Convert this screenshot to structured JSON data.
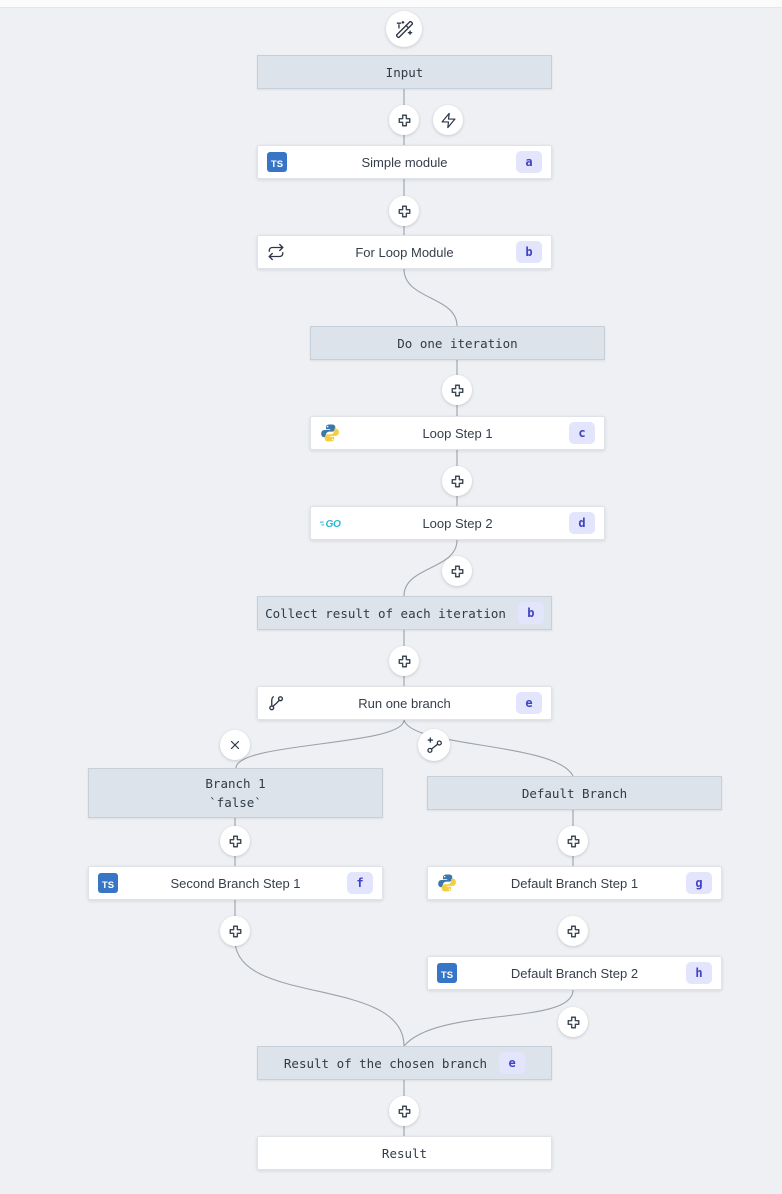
{
  "icons": {
    "ts_label": "TS",
    "go_label": "GO",
    "top_action": "wand-sparkles",
    "insert_step": "plus",
    "trigger": "zap",
    "delete_branch": "x",
    "add_branch": "git-branch-plus",
    "for_loop": "repeat-arrows",
    "branch_one": "split-branch",
    "python": "python-logo",
    "typescript": "typescript-logo",
    "go": "go-logo"
  },
  "colors": {
    "canvas_bg": "#eef0f3",
    "header_node_bg": "#dce3ea",
    "header_node_border": "#c7d0d9",
    "module_node_bg": "#ffffff",
    "edge": "#9aa2ab",
    "badge_bg": "#e2e5fb",
    "badge_text": "#4141c4",
    "typescript_blue": "#3178c6",
    "python_blue": "#3b77ab",
    "python_yellow": "#f5ce3e",
    "go_cyan": "#2cb7d8",
    "icon_dark": "#2d3748"
  },
  "nodes": {
    "input": {
      "label": "Input"
    },
    "simple_module": {
      "label": "Simple module",
      "badge": "a"
    },
    "for_loop": {
      "label": "For Loop Module",
      "badge": "b"
    },
    "do_one_iteration": {
      "label": "Do one iteration"
    },
    "loop_step_1": {
      "label": "Loop Step 1",
      "badge": "c"
    },
    "loop_step_2": {
      "label": "Loop Step 2",
      "badge": "d"
    },
    "collect_result": {
      "label": "Collect result of each iteration",
      "badge": "b"
    },
    "run_one_branch": {
      "label": "Run one branch",
      "badge": "e"
    },
    "branch_1": {
      "label": "Branch 1",
      "sublabel": "`false`"
    },
    "default_branch": {
      "label": "Default Branch"
    },
    "second_branch_step_1": {
      "label": "Second Branch Step 1",
      "badge": "f"
    },
    "default_branch_step_1": {
      "label": "Default Branch Step 1",
      "badge": "g"
    },
    "default_branch_step_2": {
      "label": "Default Branch Step 2",
      "badge": "h"
    },
    "result_of_chosen_branch": {
      "label": "Result of the chosen branch",
      "badge": "e"
    },
    "result": {
      "label": "Result"
    }
  }
}
